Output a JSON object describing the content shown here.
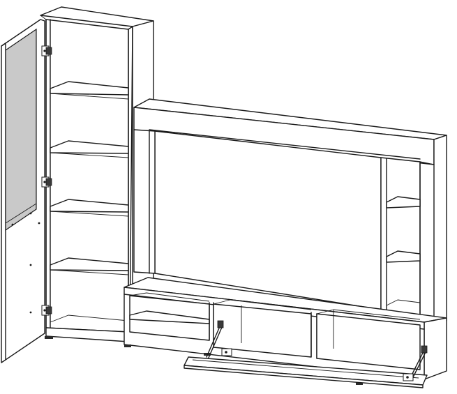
{
  "figure": {
    "type": "furniture-line-drawing",
    "units": [
      {
        "name": "tall-cabinet",
        "shelves": 4,
        "door": "glass-panel",
        "door_state": "open"
      },
      {
        "name": "tv-frame",
        "side_shelves": 3
      },
      {
        "name": "tv-base",
        "open_shelves": 4,
        "drop_door": "open"
      }
    ],
    "hardware": {
      "hinges": 3,
      "lid_stays": 2
    },
    "colors": {
      "line": "#1a1a1a",
      "glass": "#c9c9c9",
      "background": "#ffffff"
    }
  }
}
